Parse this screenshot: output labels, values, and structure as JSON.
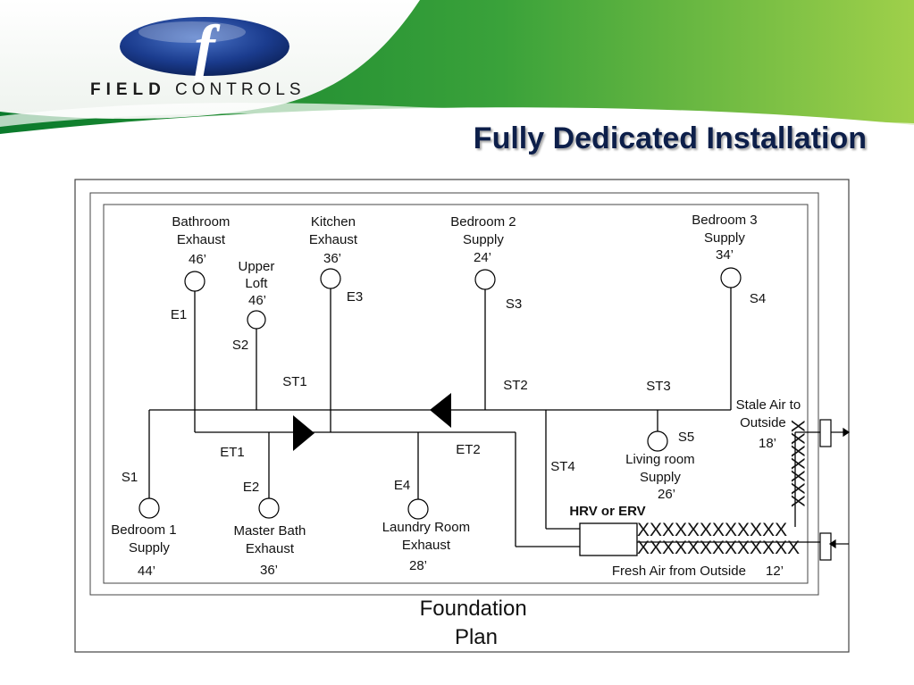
{
  "brand": {
    "field": "FIELD",
    "controls": "CONTROLS",
    "logo_letter": "f"
  },
  "title": "Fully Dedicated Installation",
  "diagram": {
    "footer": [
      "Foundation",
      "Plan"
    ],
    "hrv_label": "HRV or ERV",
    "x_marks_row": "XXXXXXXXXXXX",
    "x_marks_row2": "XXXXXXXXXXXXX",
    "x_marks_col": "XXXXXXX",
    "nodes": {
      "bathroom_exhaust": [
        "Bathroom",
        "Exhaust",
        "46’"
      ],
      "upper_loft": [
        "Upper",
        "Loft",
        "46’"
      ],
      "kitchen_exhaust": [
        "Kitchen",
        "Exhaust",
        "36’"
      ],
      "bedroom2_supply": [
        "Bedroom 2",
        "Supply",
        "24’"
      ],
      "bedroom3_supply": [
        "Bedroom 3",
        "Supply",
        "34’"
      ],
      "bedroom1_supply": [
        "Bedroom 1",
        "Supply",
        "44’"
      ],
      "master_bath_exhaust": [
        "Master Bath",
        "Exhaust",
        "36’"
      ],
      "laundry_room_exhaust": [
        "Laundry Room",
        "Exhaust",
        "28’"
      ],
      "living_room_supply": [
        "Living room",
        "Supply",
        "26’"
      ],
      "stale_air": [
        "Stale Air to",
        "Outside",
        "18’"
      ],
      "fresh_air": [
        "Fresh Air from Outside",
        "12’"
      ]
    },
    "duct_labels": {
      "E1": "E1",
      "E2": "E2",
      "E3": "E3",
      "E4": "E4",
      "S1": "S1",
      "S2": "S2",
      "S3": "S3",
      "S4": "S4",
      "S5": "S5",
      "ST1": "ST1",
      "ST2": "ST2",
      "ST3": "ST3",
      "ST4": "ST4",
      "ET1": "ET1",
      "ET2": "ET2"
    }
  }
}
